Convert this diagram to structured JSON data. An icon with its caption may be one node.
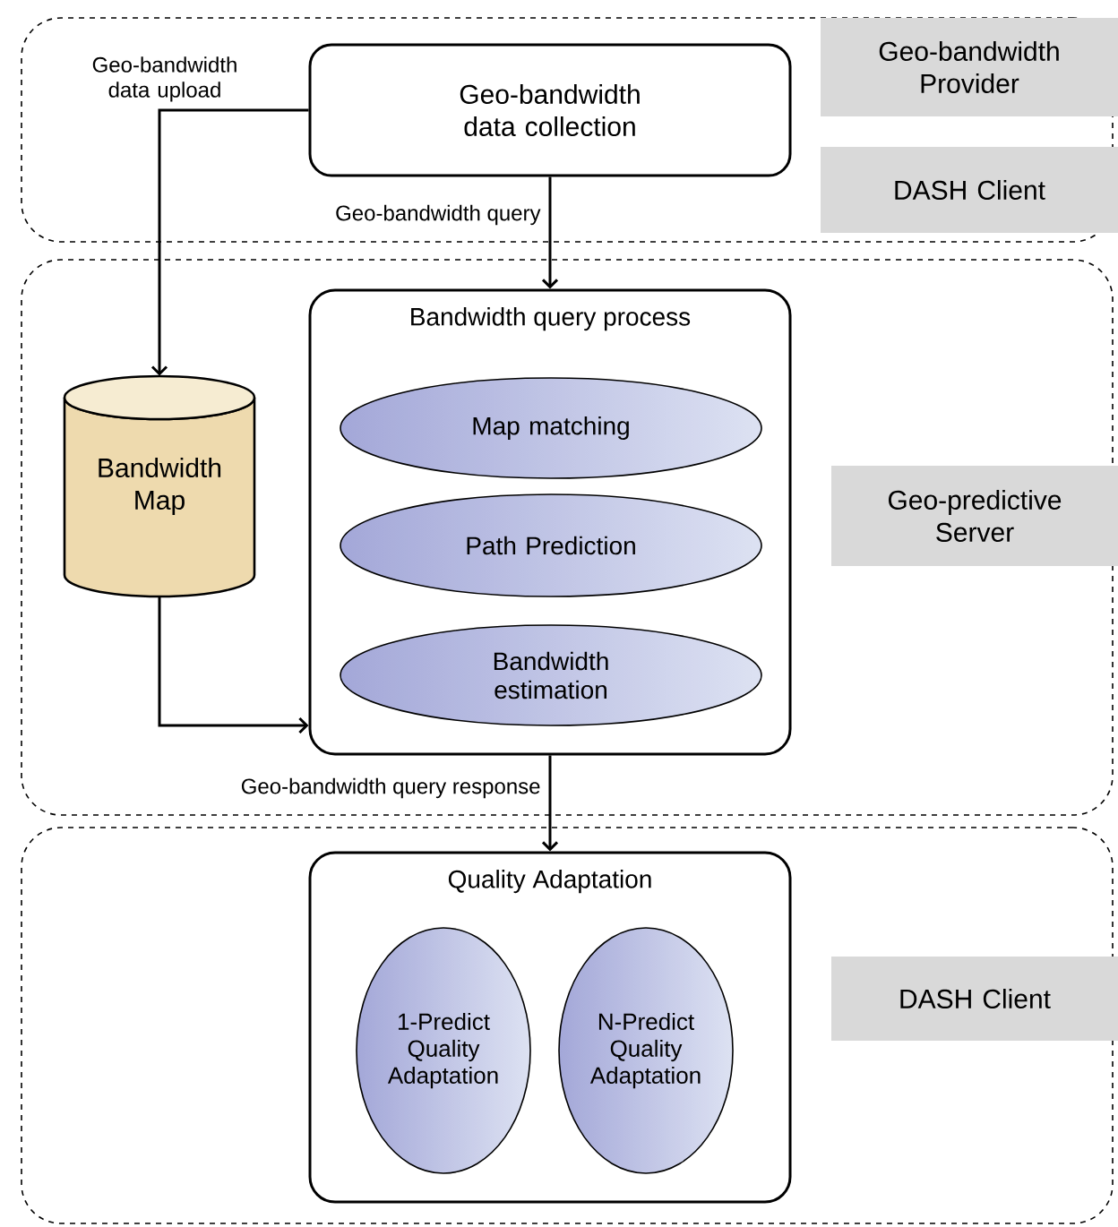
{
  "diagram": {
    "nodes": [
      {
        "text": [],
        "shape": "box"
      },
      {
        "text": [
          "Geo-bandwidth data collection"
        ],
        "in": 0
      },
      {
        "text": [
          "Geo-bandwidth Provider"
        ],
        "in": 0
      },
      {
        "text": [
          "DASH Client"
        ],
        "in": 0
      },
      {
        "text": [],
        "shape": "box"
      },
      {
        "text": [
          "Bandwidth query process"
        ],
        "in": 4
      },
      {
        "text": [
          "Map matching"
        ],
        "in": 5
      },
      {
        "text": [
          "Path Prediction"
        ],
        "in": 5
      },
      {
        "text": [
          "Bandwidth estimation"
        ],
        "in": 5
      },
      {
        "text": [
          "Bandwidth Map"
        ],
        "in": 4
      },
      {
        "text": [
          "Geo-predictive Server"
        ],
        "in": 4
      },
      {
        "text": [],
        "shape": "box"
      },
      {
        "text": [
          "Quality Adaptation"
        ],
        "in": 11
      },
      {
        "text": [
          "1-Predict Quality Adaptation"
        ],
        "in": 12
      },
      {
        "text": [
          "N-Predict Quality Adaptation"
        ],
        "in": 12
      },
      {
        "text": [
          "DASH Client"
        ],
        "in": 11
      }
    ],
    "edges": [
      {
        "from": 1,
        "to": 9,
        "arrow": "to",
        "label": "Geo-bandwidth data upload"
      },
      {
        "from": 1,
        "to": 5,
        "arrow": "to",
        "label": "Geo-bandwidth query"
      },
      {
        "from": 9,
        "to": 5,
        "arrow": "to"
      },
      {
        "from": 5,
        "to": 12,
        "arrow": "to",
        "label": "Geo-bandwidth query response"
      }
    ]
  }
}
